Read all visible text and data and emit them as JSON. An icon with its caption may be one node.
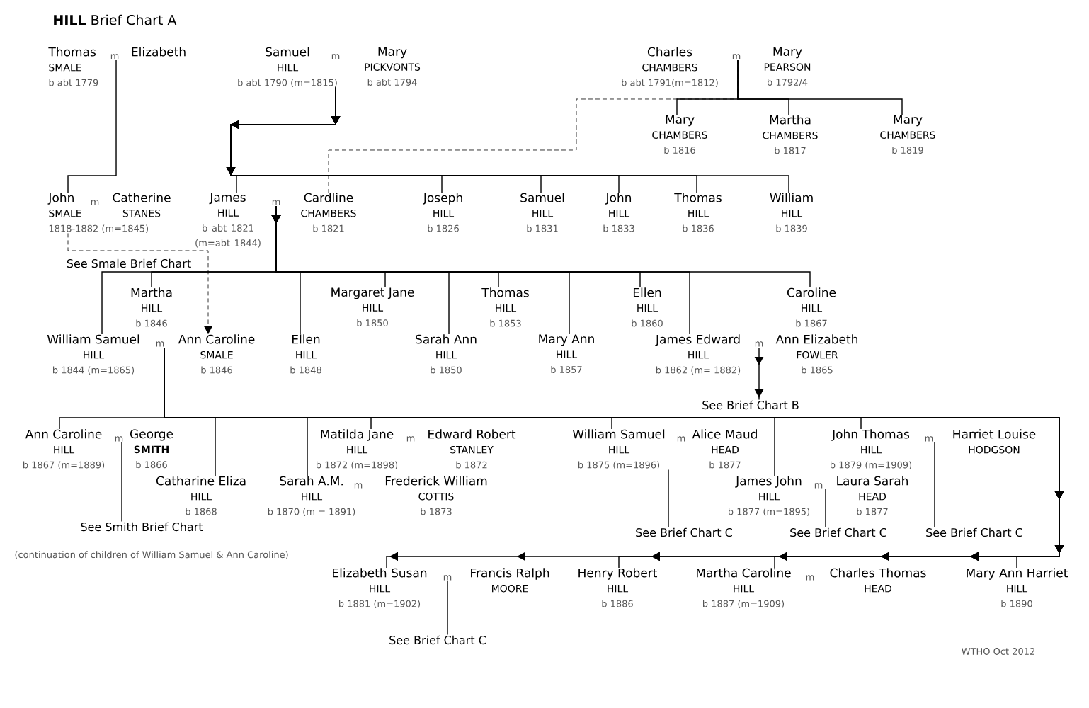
{
  "diagram": {
    "title": "**HILL** Brief Chart A",
    "nodes": [
      {
        "text": [
          "Thomas",
          "SMALE",
          "b abt 1779"
        ]
      },
      {
        "text": [
          "m"
        ]
      },
      {
        "text": [
          "Elizabeth"
        ]
      },
      {
        "text": [
          "Samuel",
          "HILL",
          "b abt 1790 (m=1815)"
        ]
      },
      {
        "text": [
          "Mary",
          "PICKVONTS",
          "b abt 1794"
        ]
      },
      {
        "text": [
          "Charles",
          "CHAMBERS",
          "b abt 1791(m=1812)"
        ]
      },
      {
        "text": [
          "m"
        ]
      },
      {
        "text": [
          "Mary",
          "PEARSON",
          "b 1792/4"
        ]
      },
      {
        "text": [
          "Mary",
          "CHAMBERS",
          "b 1816"
        ]
      },
      {
        "text": [
          "Martha",
          "CHAMBERS",
          "b 1817"
        ]
      },
      {
        "text": [
          "Mary",
          "CHAMBERS",
          "b 1819"
        ]
      },
      {
        "text": [
          "John",
          "SMALE",
          "1818-1882 (m=1845)"
        ]
      },
      {
        "text": [
          "Catherine",
          "STANES"
        ]
      },
      {
        "text": [
          "James",
          "HILL",
          "b abt 1821 (m=abt 1844)"
        ]
      },
      {
        "text": [
          "m"
        ]
      },
      {
        "text": [
          "Cardline",
          "CHAMBERS",
          "b 1821"
        ]
      },
      {
        "text": [
          "Joseph",
          "HILL",
          "b 1826"
        ]
      },
      {
        "text": [
          "Samuel",
          "HILL",
          "b 1831"
        ]
      },
      {
        "text": [
          "John",
          "HILL",
          "b 1833"
        ]
      },
      {
        "text": [
          "Thomas",
          "HILL",
          "b 1836"
        ]
      },
      {
        "text": [
          "William",
          "HILL",
          "b 1839"
        ]
      },
      {
        "text": [
          "Martha",
          "HILL",
          "b 1846"
        ]
      },
      {
        "text": [
          "Margaret Jane",
          "HILL",
          "b 1850"
        ]
      },
      {
        "text": [
          "Thomas",
          "HILL",
          "b 1853"
        ]
      },
      {
        "text": [
          "Ellen",
          "HILL",
          "b 1860"
        ]
      },
      {
        "text": [
          "Caroline",
          "HILL",
          "b 1867"
        ]
      },
      {
        "text": [
          "William Samuel",
          "HILL",
          "b 1844 (m=1865)"
        ]
      },
      {
        "text": [
          "m"
        ]
      },
      {
        "text": [
          "Ann Caroline",
          "SMALE",
          "b 1846"
        ]
      },
      {
        "text": [
          "Ellen",
          "HILL",
          "b 1848"
        ]
      },
      {
        "text": [
          "Sarah Ann",
          "HILL",
          "b 1850"
        ]
      },
      {
        "text": [
          "Mary Ann",
          "HILL",
          "b 1857"
        ]
      },
      {
        "text": [
          "James Edward",
          "HILL",
          "b 1862 (m= 1882)"
        ]
      },
      {
        "text": [
          "m"
        ]
      },
      {
        "text": [
          "Ann Elizabeth",
          "FOWLER",
          "b 1865"
        ]
      },
      {
        "text": [
          "See Brief Chart B"
        ]
      },
      {
        "text": [
          "Ann Caroline",
          "HILL",
          "b 1867 (m=1889)"
        ]
      },
      {
        "text": [
          "m"
        ]
      },
      {
        "text": [
          "George",
          "SMITH",
          "b 1866"
        ]
      },
      {
        "text": [
          "See Smith Brief Chart"
        ]
      },
      {
        "text": [
          "Matilda Jane",
          "HILL",
          "b 1872 (m=1898)"
        ]
      },
      {
        "text": [
          "Edward Robert",
          "STANLEY",
          "b 1872"
        ]
      },
      {
        "text": [
          "William Samuel",
          "HILL",
          "b 1875 (m=1896)"
        ]
      },
      {
        "text": [
          "Alice Maud",
          "HEAD",
          "b 1877"
        ]
      },
      {
        "text": [
          "John Thomas",
          "HILL",
          "b 1879 (m=1909)"
        ]
      },
      {
        "text": [
          "m"
        ]
      },
      {
        "text": [
          "Harriet Louise",
          "HODGSON"
        ]
      },
      {
        "text": [
          "Catharine Eliza",
          "HILL",
          "b 1868"
        ]
      },
      {
        "text": [
          "Sarah A.M.",
          "HILL",
          "b 1870 (m = 1891)"
        ]
      },
      {
        "text": [
          "Frederick William",
          "COTTIS",
          "b 1873"
        ]
      },
      {
        "text": [
          "James John",
          "HILL",
          "b 1877 (m=1895)"
        ]
      },
      {
        "text": [
          "m"
        ]
      },
      {
        "text": [
          "Laura Sarah",
          "HEAD",
          "b 1877"
        ]
      },
      {
        "text": [
          "See Brief Chart C"
        ]
      },
      {
        "text": [
          "See Brief Chart C"
        ]
      },
      {
        "text": [
          "See Brief Chart C"
        ]
      },
      {
        "text": [
          "Elizabeth Susan",
          "HILL",
          "b 1881 (m=1902)"
        ]
      },
      {
        "text": [
          "m"
        ]
      },
      {
        "text": [
          "Francis Ralph",
          "MOORE"
        ]
      },
      {
        "text": [
          "See Brief Chart C"
        ]
      },
      {
        "text": [
          "Henry Robert",
          "HILL",
          "b 1886"
        ]
      },
      {
        "text": [
          "Martha Caroline",
          "HILL",
          "b 1887 (m=1909)"
        ]
      },
      {
        "text": [
          "Charles Thomas",
          "HEAD"
        ]
      },
      {
        "text": [
          "Mary Ann Harriet",
          "HILL",
          "b 1890"
        ]
      }
    ],
    "edges": [
      {
        "from": 1,
        "to": 11,
        "arrow": "none"
      },
      {
        "from": 3,
        "to": 13,
        "arrow": "to"
      },
      {
        "from": 3,
        "to": 16,
        "arrow": "to"
      },
      {
        "from": 3,
        "to": 17,
        "arrow": "to"
      },
      {
        "from": 3,
        "to": 18,
        "arrow": "to"
      },
      {
        "from": 3,
        "to": 19,
        "arrow": "to"
      },
      {
        "from": 3,
        "to": 20,
        "arrow": "to"
      },
      {
        "from": 6,
        "to": 8,
        "arrow": "none"
      },
      {
        "from": 6,
        "to": 9,
        "arrow": "none"
      },
      {
        "from": 6,
        "to": 10,
        "arrow": "none"
      },
      {
        "from": 6,
        "to": 15,
        "arrow": "none",
        "style": "dashed"
      },
      {
        "from": 11,
        "to": 28,
        "arrow": "to",
        "style": "dashed"
      },
      {
        "from": 14,
        "to": 26,
        "arrow": "to"
      },
      {
        "from": 14,
        "to": 21,
        "arrow": "to"
      },
      {
        "from": 14,
        "to": 29,
        "arrow": "to"
      },
      {
        "from": 14,
        "to": 22,
        "arrow": "to"
      },
      {
        "from": 14,
        "to": 30,
        "arrow": "to"
      },
      {
        "from": 14,
        "to": 23,
        "arrow": "to"
      },
      {
        "from": 14,
        "to": 31,
        "arrow": "to"
      },
      {
        "from": 14,
        "to": 24,
        "arrow": "to"
      },
      {
        "from": 14,
        "to": 32,
        "arrow": "to"
      },
      {
        "from": 14,
        "to": 25,
        "arrow": "to"
      },
      {
        "from": 33,
        "to": 35,
        "arrow": "to"
      },
      {
        "from": 27,
        "to": 36,
        "arrow": "none"
      },
      {
        "from": 27,
        "to": 47,
        "arrow": "none"
      },
      {
        "from": 27,
        "to": 48,
        "arrow": "none"
      },
      {
        "from": 27,
        "to": 40,
        "arrow": "none"
      },
      {
        "from": 27,
        "to": 42,
        "arrow": "none"
      },
      {
        "from": 27,
        "to": 50,
        "arrow": "none"
      },
      {
        "from": 27,
        "to": 44,
        "arrow": "none"
      },
      {
        "from": 27,
        "to": 63,
        "arrow": "to"
      },
      {
        "from": 27,
        "to": 61,
        "arrow": "to"
      },
      {
        "from": 27,
        "to": 60,
        "arrow": "to"
      },
      {
        "from": 27,
        "to": 56,
        "arrow": "to"
      },
      {
        "from": 37,
        "to": 39,
        "arrow": "none"
      },
      {
        "from": 42,
        "to": 53,
        "arrow": "none"
      },
      {
        "from": 51,
        "to": 54,
        "arrow": "none"
      },
      {
        "from": 45,
        "to": 55,
        "arrow": "none"
      },
      {
        "from": 57,
        "to": 59,
        "arrow": "none"
      }
    ],
    "labels": [
      "m",
      "m",
      "See Smale Brief Chart",
      "m",
      "m",
      "m",
      "(continuation of children of William Samuel & Ann Caroline)",
      "m",
      "WTHO Oct 2012"
    ]
  }
}
